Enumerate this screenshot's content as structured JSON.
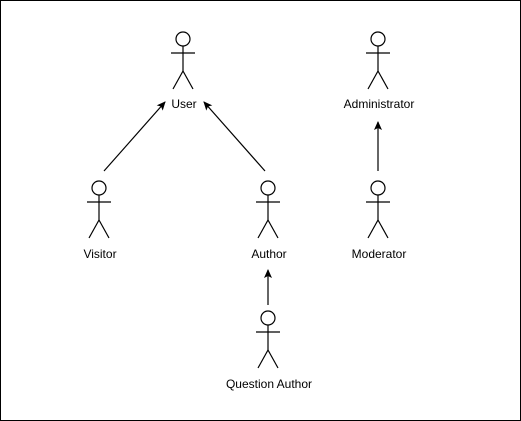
{
  "diagram": {
    "type": "use-case actor generalization",
    "actors": [
      {
        "id": "user",
        "label": "User"
      },
      {
        "id": "visitor",
        "label": "Visitor"
      },
      {
        "id": "author",
        "label": "Author"
      },
      {
        "id": "question_author",
        "label": "Question Author"
      },
      {
        "id": "administrator",
        "label": "Administrator"
      },
      {
        "id": "moderator",
        "label": "Moderator"
      }
    ],
    "relations": [
      {
        "from": "visitor",
        "to": "user"
      },
      {
        "from": "author",
        "to": "user"
      },
      {
        "from": "question_author",
        "to": "author"
      },
      {
        "from": "moderator",
        "to": "administrator"
      }
    ]
  },
  "colors": {
    "stroke": "#000000",
    "fill": "#ffffff",
    "background": "#ffffff"
  }
}
